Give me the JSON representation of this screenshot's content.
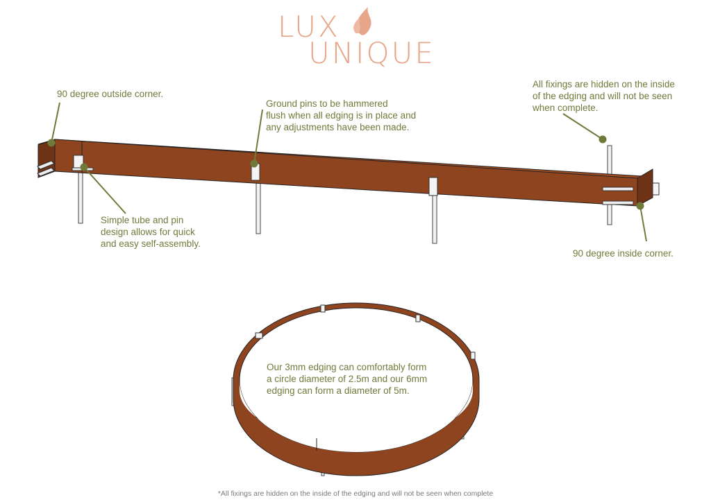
{
  "logo": {
    "line1": "LUX",
    "line2": "UNIQUE",
    "color": "#e7a689"
  },
  "colors": {
    "steel": "#8f4420",
    "steel_dark": "#6e3315",
    "steel_light": "#a24d22",
    "callout": "#6f7a3a"
  },
  "callouts": {
    "outside_corner": "90 degree outside corner.",
    "ground_pins": "Ground pins to be hammered\nflush when all edging is in place and\nany adjustments have been made.",
    "hidden_fixings": "All fixings are hidden on the inside\nof the edging and will not be seen\nwhen complete.",
    "tube_and_pin": "Simple tube and pin\ndesign allows for quick\nand easy self-assembly.",
    "inside_corner": "90 degree inside corner.",
    "circle_note": "Our 3mm edging can comfortably form\na circle diameter of 2.5m and our 6mm\nedging can form a diameter of 5m."
  },
  "footnote": "*All fixings are hidden on the inside of the edging and will not be seen when complete"
}
